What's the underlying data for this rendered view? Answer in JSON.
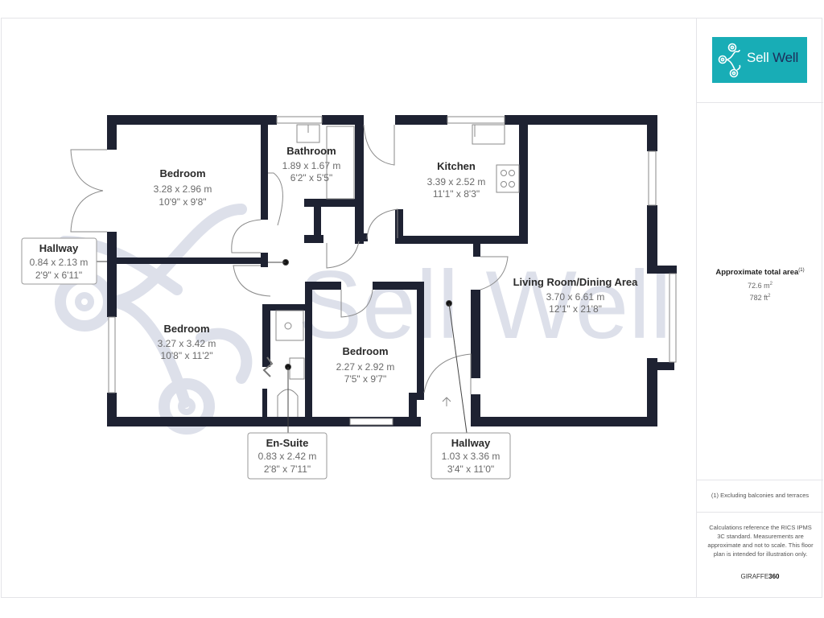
{
  "brand": {
    "logo_text_1": "Sell",
    "logo_text_2": "Well",
    "accent": "#18adb6",
    "dark": "#1d2d5a"
  },
  "watermark": {
    "text": "Sell Well",
    "color": "#dde0ea"
  },
  "rooms": [
    {
      "id": "bedroom1",
      "name": "Bedroom",
      "metric": "3.28 x 2.96 m",
      "imperial": "10'9\" x 9'8\""
    },
    {
      "id": "bathroom",
      "name": "Bathroom",
      "metric": "1.89 x 1.67 m",
      "imperial": "6'2\" x 5'5\""
    },
    {
      "id": "kitchen",
      "name": "Kitchen",
      "metric": "3.39 x 2.52 m",
      "imperial": "11'1\" x 8'3\""
    },
    {
      "id": "bedroom2",
      "name": "Bedroom",
      "metric": "3.27 x 3.42 m",
      "imperial": "10'8\" x 11'2\""
    },
    {
      "id": "bedroom3",
      "name": "Bedroom",
      "metric": "2.27 x 2.92 m",
      "imperial": "7'5\" x 9'7\""
    },
    {
      "id": "living",
      "name": "Living Room/Dining Area",
      "metric": "3.70 x 6.61 m",
      "imperial": "12'1\" x 21'8\""
    }
  ],
  "callouts": [
    {
      "id": "hallway1",
      "name": "Hallway",
      "metric": "0.84 x 2.13 m",
      "imperial": "2'9\" x 6'11\""
    },
    {
      "id": "ensuite",
      "name": "En-Suite",
      "metric": "0.83 x 2.42 m",
      "imperial": "2'8\" x 7'11\""
    },
    {
      "id": "hallway2",
      "name": "Hallway",
      "metric": "1.03 x 3.36 m",
      "imperial": "3'4\" x 11'0\""
    }
  ],
  "sidebar": {
    "area_title": "Approximate total area",
    "area_footnote_marker": "(1)",
    "area_m2_value": "72.6 m",
    "area_m2_unit_sup": "2",
    "area_ft2_value": "782 ft",
    "area_ft2_unit_sup": "2",
    "footnote": "(1) Excluding balconies and terraces",
    "disclaimer": "Calculations reference the RICS IPMS 3C standard. Measurements are approximate and not to scale. This floor plan is intended for illustration only.",
    "credit_light": "GIRAFFE",
    "credit_bold": "360"
  },
  "colors": {
    "wall": "#1e2232",
    "fixture_line": "#8a8a8a",
    "label_name": "#2a2a2a",
    "label_dim": "#6a6a6a"
  }
}
